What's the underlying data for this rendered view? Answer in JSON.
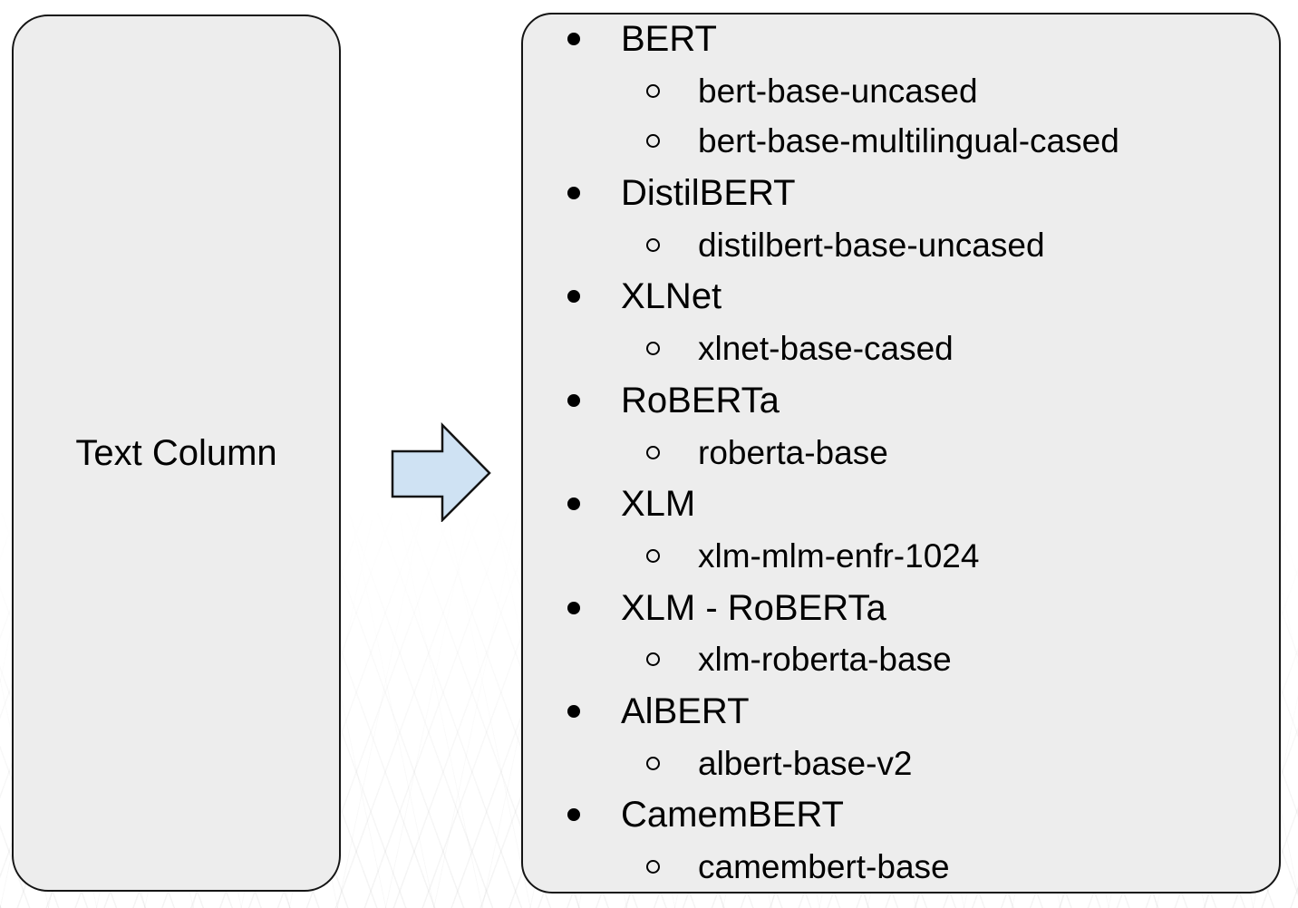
{
  "left_box": {
    "label": "Text Column"
  },
  "arrow": {
    "meaning": "maps-to",
    "fill_color": "#cfe2f3",
    "border_color": "#141414"
  },
  "right_box": {
    "model_list": [
      {
        "family": "BERT",
        "models": [
          "bert-base-uncased",
          "bert-base-multilingual-cased"
        ]
      },
      {
        "family": "DistilBERT",
        "models": [
          "distilbert-base-uncased"
        ]
      },
      {
        "family": "XLNet",
        "models": [
          "xlnet-base-cased"
        ]
      },
      {
        "family": "RoBERTa",
        "models": [
          "roberta-base"
        ]
      },
      {
        "family": "XLM",
        "models": [
          "xlm-mlm-enfr-1024"
        ]
      },
      {
        "family": "XLM - RoBERTa",
        "models": [
          "xlm-roberta-base"
        ]
      },
      {
        "family": "AlBERT",
        "models": [
          "albert-base-v2"
        ]
      },
      {
        "family": "CamemBERT",
        "models": [
          "camembert-base"
        ]
      }
    ]
  },
  "colors": {
    "box_fill": "#ededed",
    "box_border": "#141414",
    "arrow_fill": "#cfe2f3",
    "text": "#000000",
    "background": "#ffffff"
  }
}
